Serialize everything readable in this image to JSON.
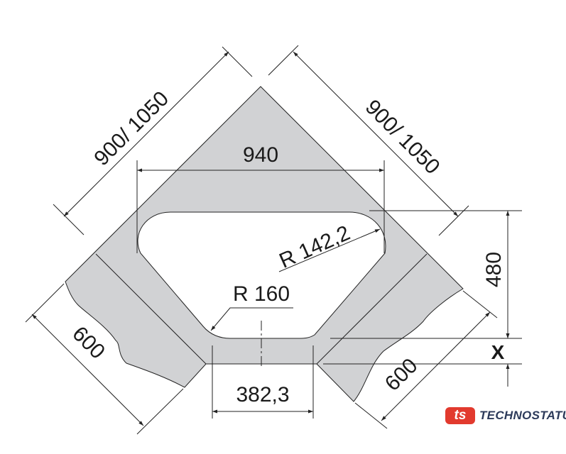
{
  "dimensions": {
    "top_left_length": "900/ 1050",
    "top_right_length": "900/ 1050",
    "bowl_width": "940",
    "outer_radius": "R 142,2",
    "inner_radius": "R 160",
    "bottom_width": "382,3",
    "left_depth": "600",
    "right_depth": "600",
    "bowl_depth": "480",
    "offset": "X"
  },
  "brand": {
    "mark": "ts",
    "name": "TECHNOSTATUS"
  },
  "colors": {
    "sink": "#d1d2d4",
    "line": "#222222",
    "brand_red": "#e23a2e",
    "brand_navy": "#2c3a5a"
  }
}
